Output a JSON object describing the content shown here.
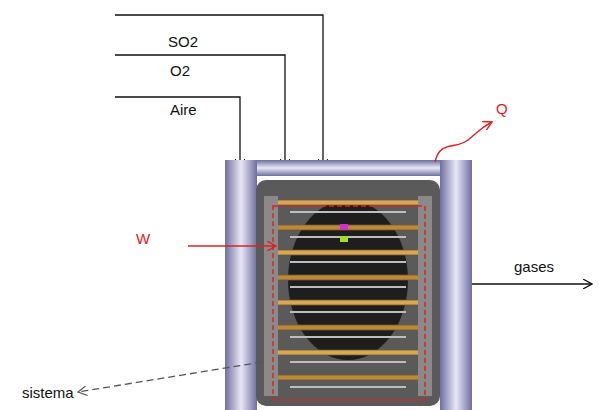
{
  "diagram": {
    "labels": [
      "SO2",
      "O2",
      "Aire",
      "Q",
      "W",
      "gases",
      "sistema"
    ]
  }
}
